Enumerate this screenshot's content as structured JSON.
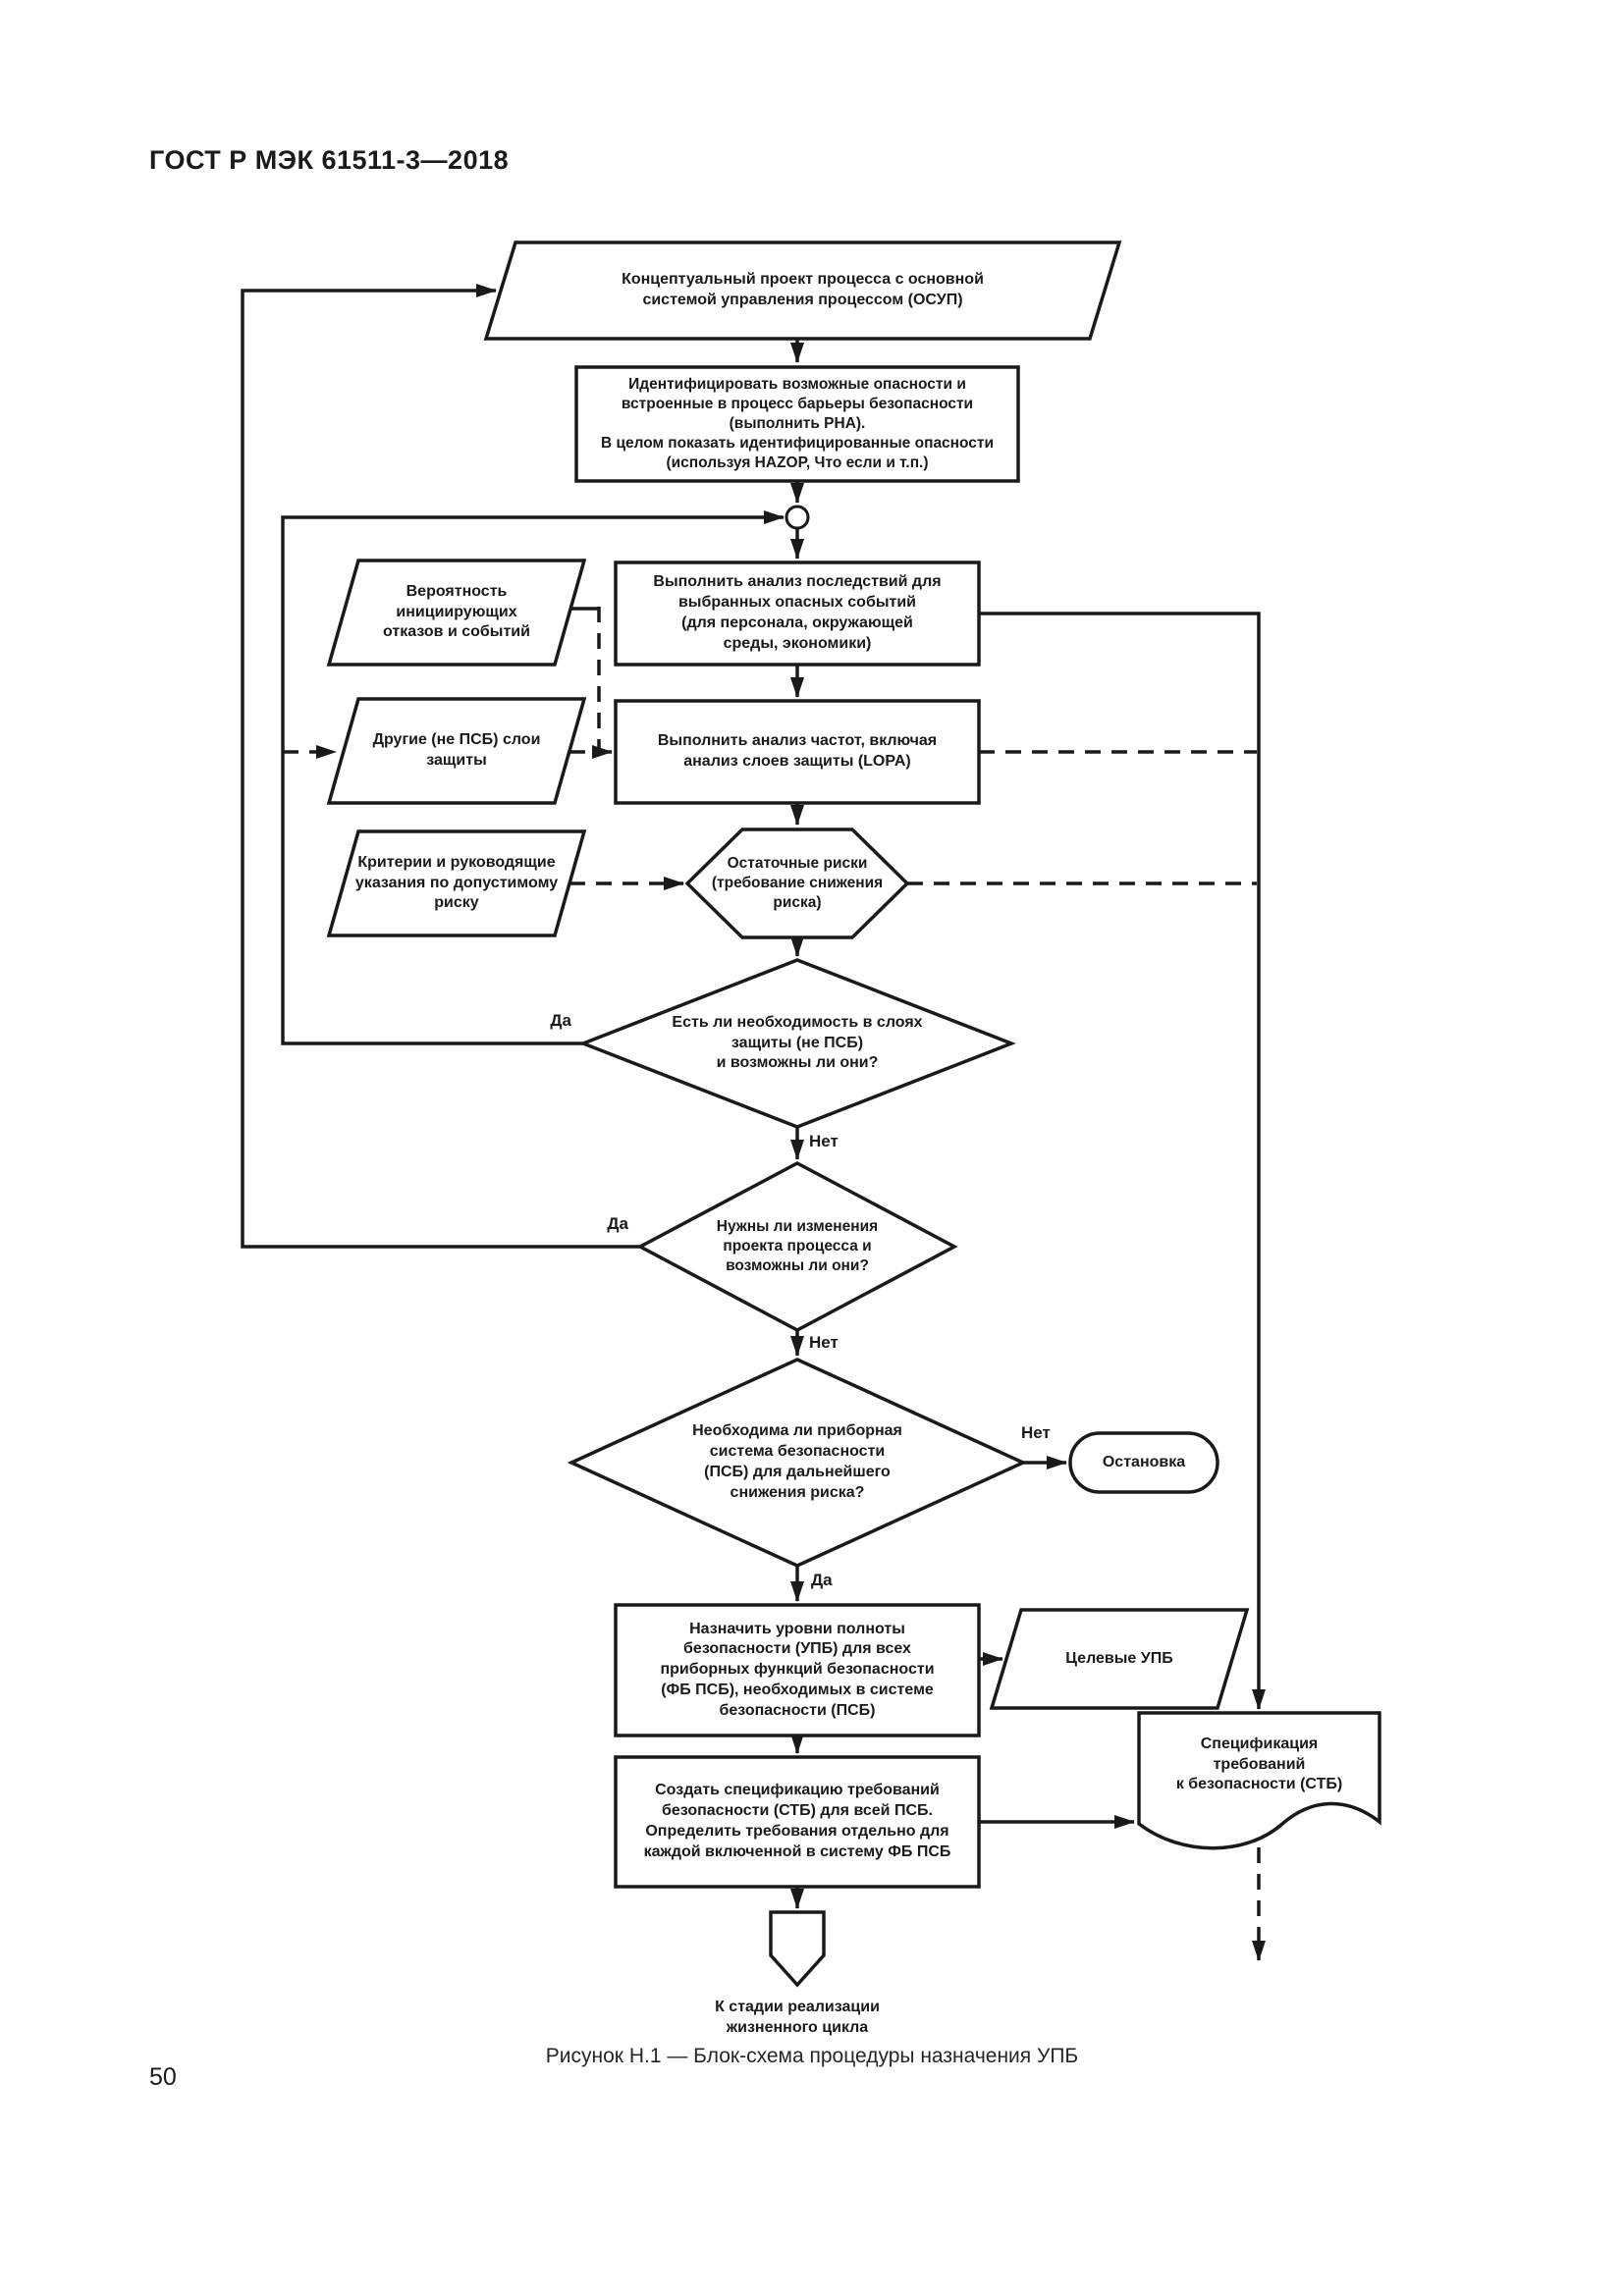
{
  "page": {
    "header": "ГОСТ Р МЭК 61511-3—2018",
    "caption": "Рисунок Н.1 — Блок-схема процедуры назначения УПБ",
    "page_number": "50"
  },
  "colors": {
    "line": "#1a1a1a",
    "background": "#ffffff"
  },
  "nodes": {
    "start": {
      "label": "Концептуальный проект процесса с основной\nсистемой управления процессом (ОСУП)"
    },
    "identify_hazards": {
      "label": "Идентифицировать возможные опасности и\nвстроенные в процесс барьеры безопасности\n(выполнить PHA).\nВ целом показать идентифицированные опасности\n(используя HAZOP, Что если и т.п.)"
    },
    "probability": {
      "label": "Вероятность\nинициирующих\nотказов и событий"
    },
    "consequence_analysis": {
      "label": "Выполнить анализ последствий для\nвыбранных опасных событий\n(для персонала, окружающей\nсреды, экономики)"
    },
    "other_layers": {
      "label": "Другие (не ПСБ) слои\nзащиты"
    },
    "frequency_analysis": {
      "label": "Выполнить анализ частот, включая\nанализ слоев защиты (LOPA)"
    },
    "criteria": {
      "label": "Критерии и руководящие\nуказания по допустимому\nриску"
    },
    "residual_risks": {
      "label": "Остаточные риски\n(требование снижения\nриска)"
    },
    "decision_layers": {
      "label": "Есть ли необходимость в слоях\nзащиты (не ПСБ)\nи возможны ли они?"
    },
    "decision_design_change": {
      "label": "Нужны ли изменения\nпроекта процесса и\nвозможны ли они?"
    },
    "decision_sis_needed": {
      "label": "Необходима ли приборная\nсистема безопасности\n(ПСБ) для дальнейшего\nснижения риска?"
    },
    "stop": {
      "label": "Остановка"
    },
    "assign_sil": {
      "label": "Назначить уровни полноты\nбезопасности (УПБ) для всех\nприборных функций безопасности\n(ФБ ПСБ), необходимых в системе\nбезопасности (ПСБ)"
    },
    "target_sil": {
      "label": "Целевые УПБ"
    },
    "create_srs": {
      "label": "Создать спецификацию требований\nбезопасности (СТБ) для всей ПСБ.\nОпределить требования отдельно для\nкаждой включенной в систему ФБ ПСБ"
    },
    "srs_document": {
      "label": "Спецификация\nтребований\nк безопасности (СТБ)"
    },
    "offpage_connector": {
      "label": "К стадии реализации\nжизненного цикла"
    }
  },
  "edge_labels": {
    "decision1_yes": "Да",
    "decision1_no": "Нет",
    "decision2_yes": "Да",
    "decision2_no": "Нет",
    "decision3_no": "Нет",
    "decision3_yes": "Да"
  }
}
